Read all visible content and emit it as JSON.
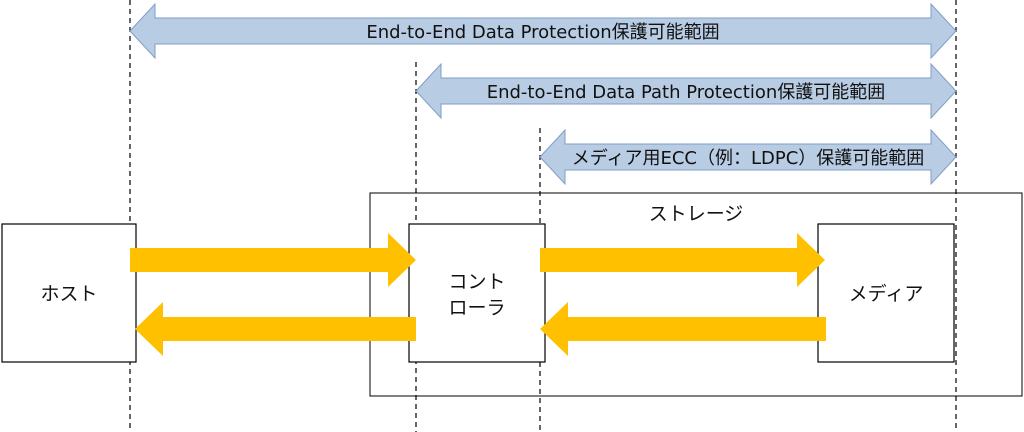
{
  "diagram": {
    "ranges": [
      {
        "id": "e2e",
        "label": "End-to-End Data Protection保護可能範囲"
      },
      {
        "id": "path",
        "label": "End-to-End Data Path Protection保護可能範囲"
      },
      {
        "id": "ecc",
        "label": "メディア用ECC（例：LDPC）保護可能範囲"
      }
    ],
    "storage": {
      "label": "ストレージ"
    },
    "boxes": {
      "host": {
        "label": "ホスト"
      },
      "controller": {
        "line1": "コント",
        "line2": "ローラ"
      },
      "media": {
        "label": "メディア"
      }
    },
    "colors": {
      "range_fill": "#b8cce4",
      "range_stroke": "#7f9ec4",
      "flow_fill": "#ffc000",
      "box_stroke": "#000000"
    }
  }
}
